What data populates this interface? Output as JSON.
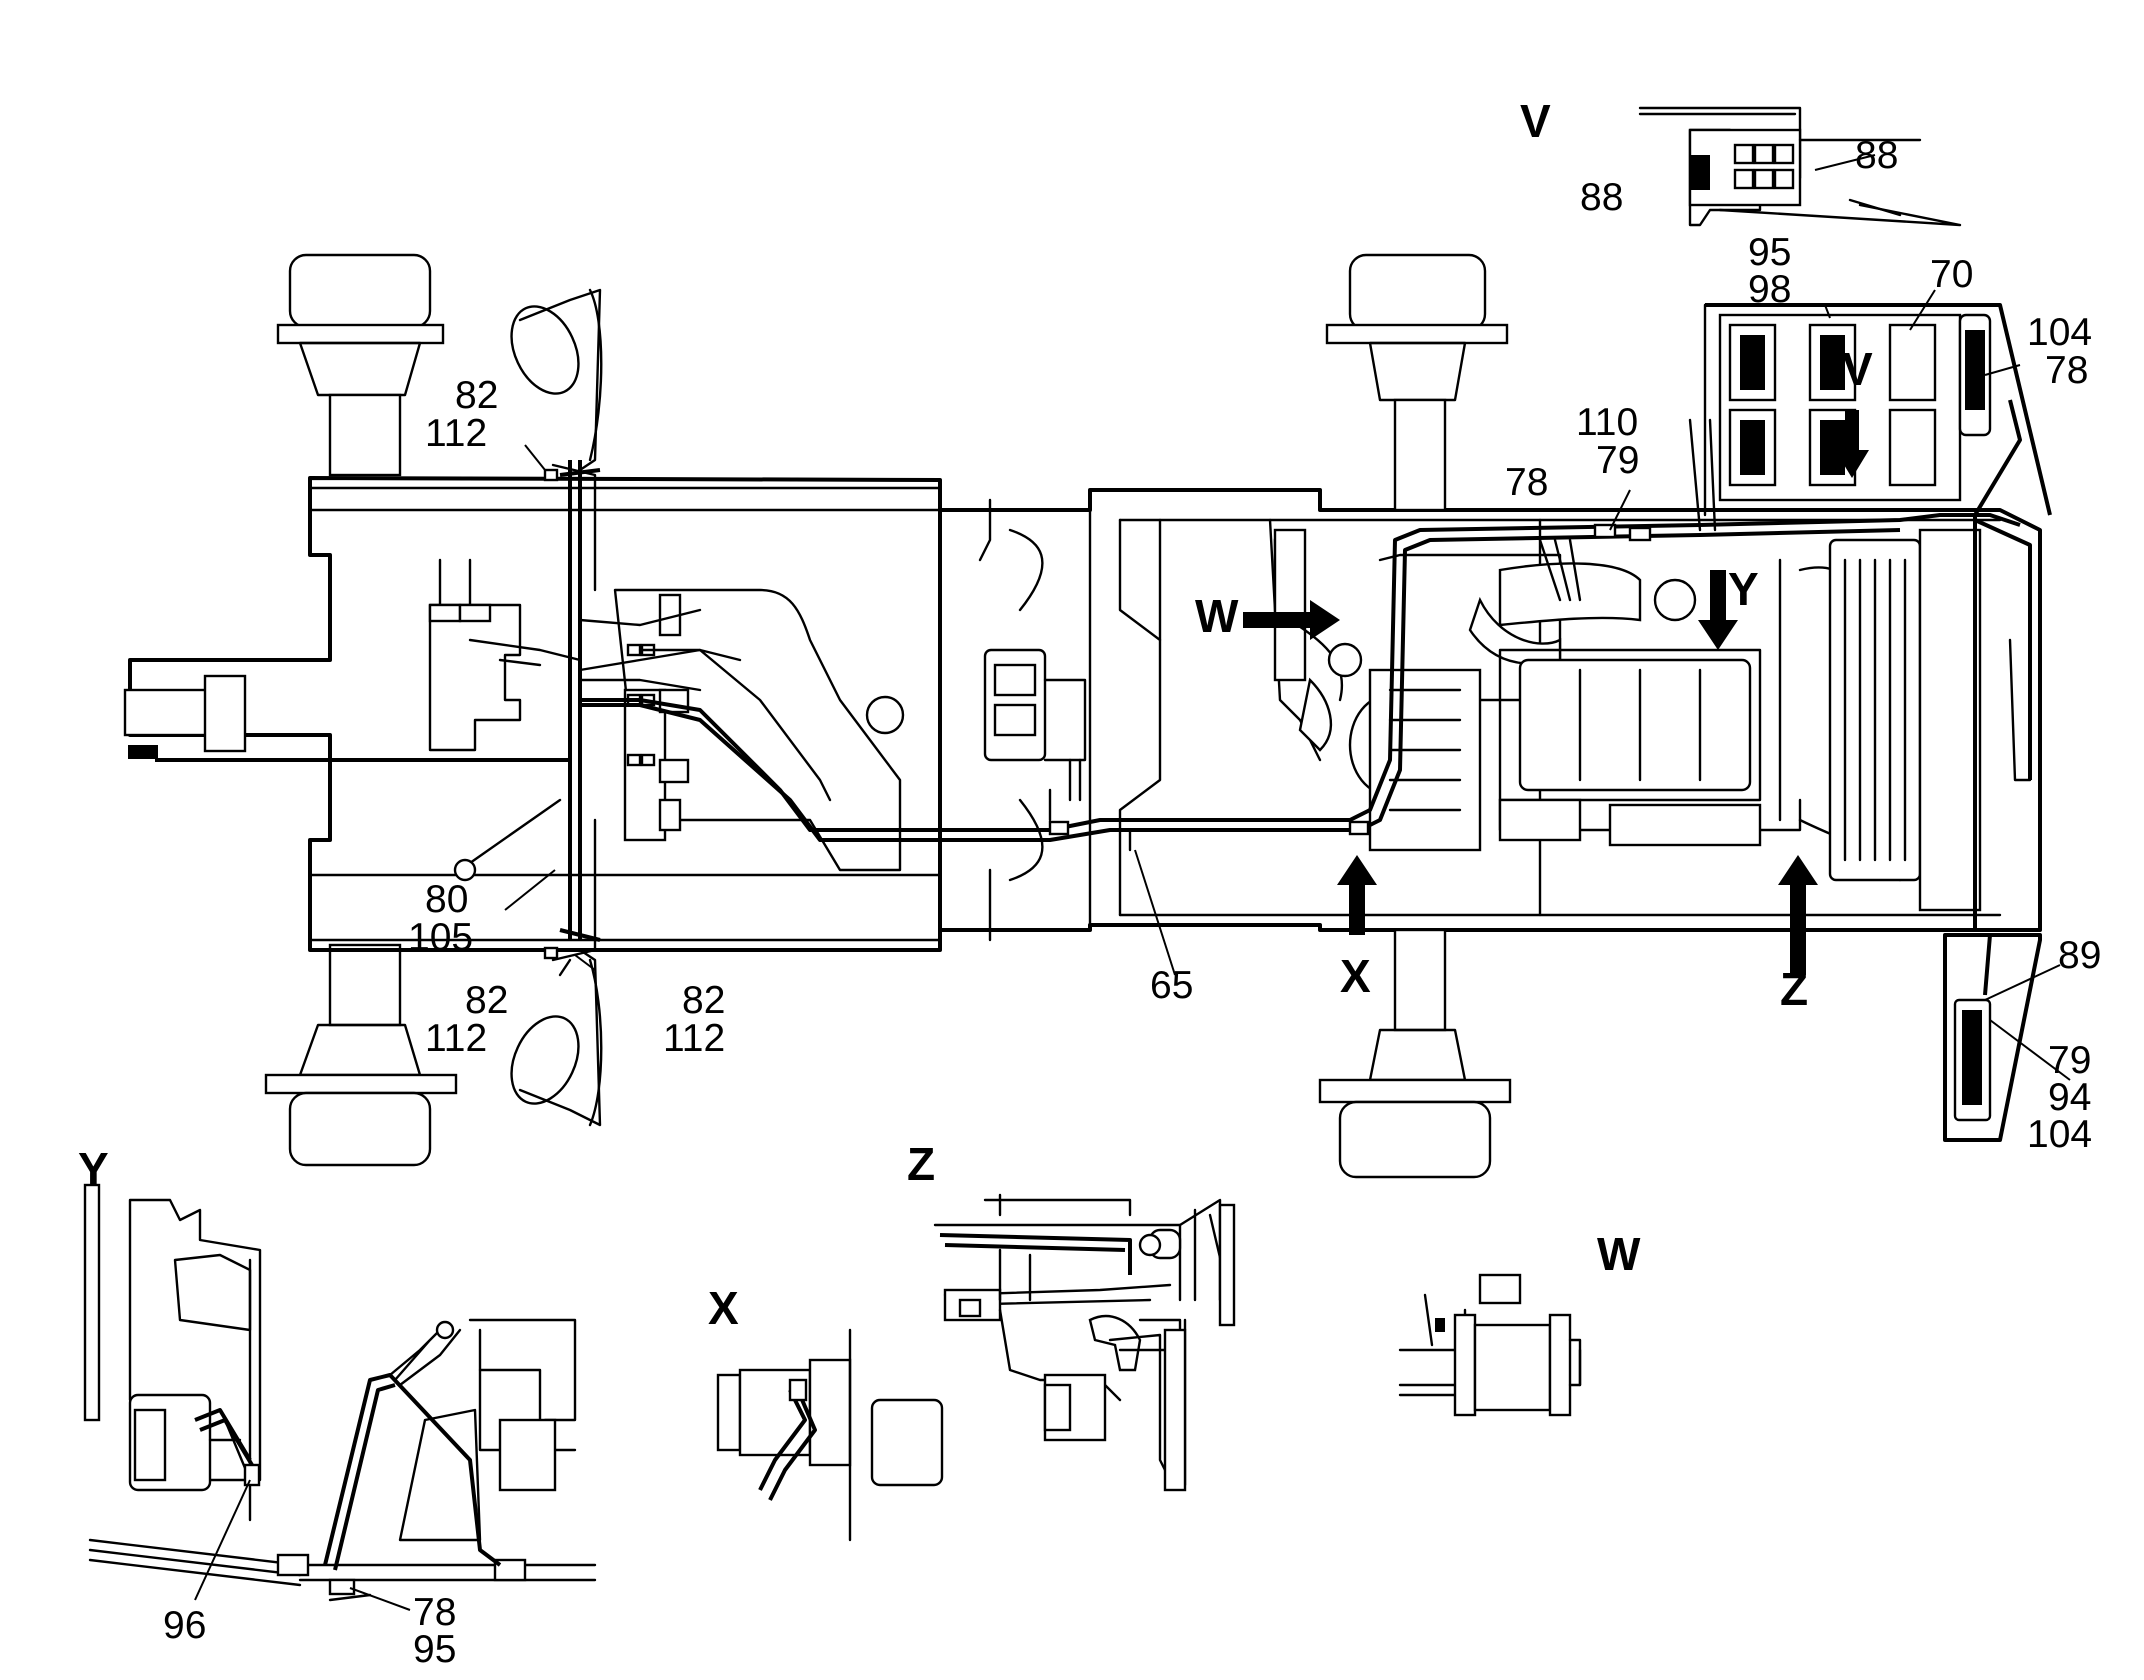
{
  "views": {
    "V": "V",
    "W": "W",
    "X": "X",
    "Y": "Y",
    "Z": "Z"
  },
  "arrows": {
    "V": "V",
    "W": "W",
    "X": "X",
    "Y": "Y",
    "Z": "Z"
  },
  "callouts": {
    "c82_112_tl": [
      "82",
      "112"
    ],
    "c80_105": [
      "80",
      "105"
    ],
    "c82_112_bl": [
      "82",
      "112"
    ],
    "c82_112_br": [
      "82",
      "112"
    ],
    "c65": [
      "65"
    ],
    "c110_79": [
      "110",
      "79"
    ],
    "c78_top": [
      "78"
    ],
    "c95_98": [
      "95",
      "98"
    ],
    "c70": [
      "70"
    ],
    "c104_78": [
      "104",
      "78"
    ],
    "c88_left": [
      "88"
    ],
    "c88_right": [
      "88"
    ],
    "c89": [
      "89"
    ],
    "c79_94_104": [
      "79",
      "94",
      "104"
    ],
    "c96": [
      "96"
    ],
    "c78_95": [
      "78",
      "95"
    ]
  }
}
